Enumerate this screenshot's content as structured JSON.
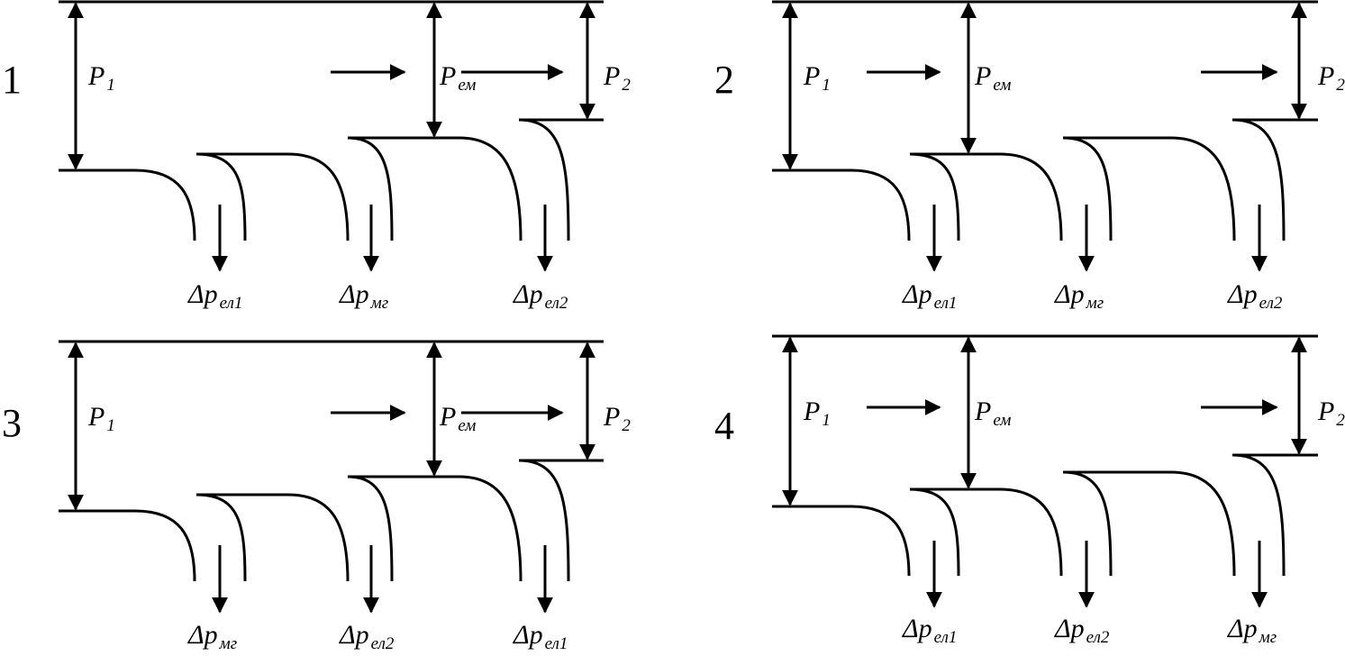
{
  "diagrams": [
    {
      "number": "1",
      "p1": {
        "main": "P",
        "sub": "1"
      },
      "pem": {
        "main": "P",
        "sub": "ем"
      },
      "p2": {
        "main": "P",
        "sub": "2"
      },
      "losses": [
        {
          "main": "Δp",
          "sub": "ел1"
        },
        {
          "main": "Δp",
          "sub": "мг"
        },
        {
          "main": "Δp",
          "sub": "ел2"
        }
      ]
    },
    {
      "number": "2",
      "p1": {
        "main": "P",
        "sub": "1"
      },
      "pem": {
        "main": "P",
        "sub": "ем"
      },
      "p2": {
        "main": "P",
        "sub": "2"
      },
      "losses": [
        {
          "main": "Δp",
          "sub": "ел1"
        },
        {
          "main": "Δp",
          "sub": "мг"
        },
        {
          "main": "Δp",
          "sub": "ел2"
        }
      ]
    },
    {
      "number": "3",
      "p1": {
        "main": "P",
        "sub": "1"
      },
      "pem": {
        "main": "P",
        "sub": "ем"
      },
      "p2": {
        "main": "P",
        "sub": "2"
      },
      "losses": [
        {
          "main": "Δp",
          "sub": "мг"
        },
        {
          "main": "Δp",
          "sub": "ел2"
        },
        {
          "main": "Δp",
          "sub": "ел1"
        }
      ]
    },
    {
      "number": "4",
      "p1": {
        "main": "P",
        "sub": "1"
      },
      "pem": {
        "main": "P",
        "sub": "ем"
      },
      "p2": {
        "main": "P",
        "sub": "2"
      },
      "losses": [
        {
          "main": "Δp",
          "sub": "ел1"
        },
        {
          "main": "Δp",
          "sub": "ел2"
        },
        {
          "main": "Δp",
          "sub": "мг"
        }
      ]
    }
  ]
}
